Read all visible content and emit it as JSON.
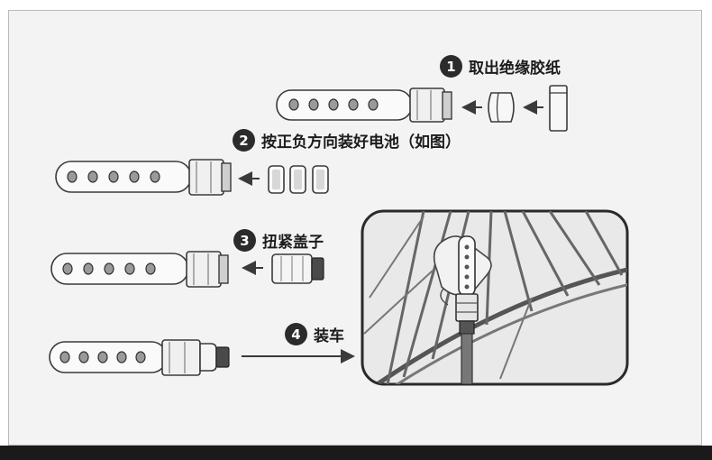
{
  "steps": [
    {
      "number": "1",
      "label": "取出绝缘胶纸"
    },
    {
      "number": "2",
      "label": "按正负方向装好电池（如图）"
    },
    {
      "number": "3",
      "label": "扭紧盖子"
    },
    {
      "number": "4",
      "label": "装车"
    }
  ],
  "colors": {
    "background": "#f3f3f3",
    "line": "#3a3a3a",
    "badge": "#2b2b2b",
    "bottom_bar": "#1a1a1a"
  }
}
